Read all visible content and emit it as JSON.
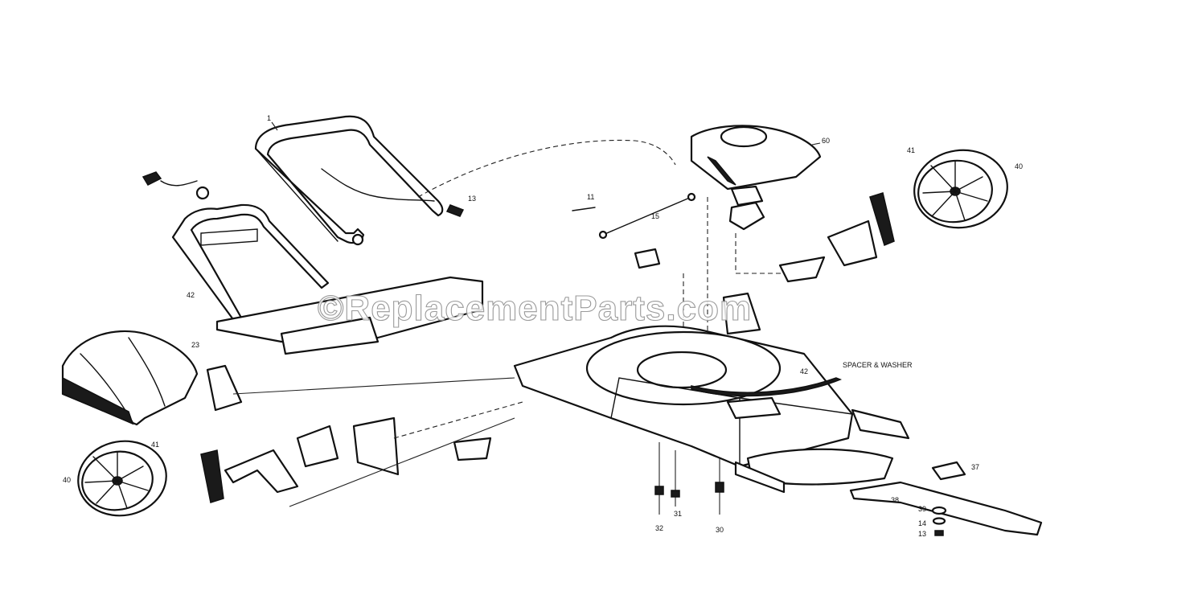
{
  "watermark": {
    "text": "©ReplacementParts.com"
  },
  "colors": {
    "line": "#111111",
    "background": "#ffffff",
    "watermark_outline": "#9a9a9a"
  },
  "part_labels": {
    "handle_upper": "1",
    "handle_bracket": "13",
    "lower_handle": "42",
    "bag": "23",
    "engine": "60",
    "wheel_rear_right": "41",
    "wheel_rear_right_nut": "40",
    "wheel_front_left": "41",
    "wheel_front_left_nut": "40",
    "deck": "42",
    "blade_adapter": "37",
    "blade": "38",
    "washer_a": "39",
    "washer_b": "14",
    "bolt": "13",
    "deck_bolt_a": "32",
    "deck_bolt_b": "31",
    "deck_bolt_c": "30",
    "rod": "15",
    "rod_end": "11",
    "wire_note": "SPACER & WASHER"
  }
}
